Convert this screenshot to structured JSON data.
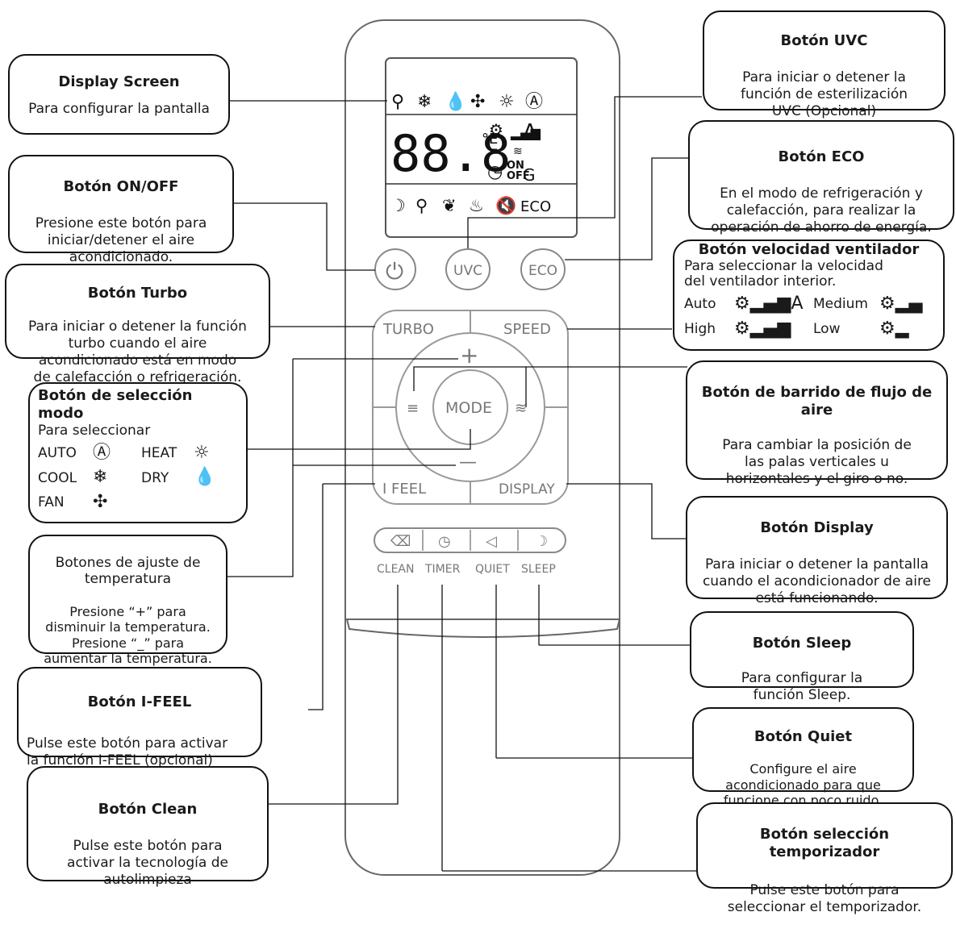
{
  "display_screen": {
    "title": "Display Screen",
    "desc": "Para configurar la pantalla"
  },
  "on_off": {
    "title": "Botón ON/OFF",
    "desc": "Presione este botón para\niniciar/detener el aire\nacondicionado."
  },
  "turbo": {
    "title": "Botón Turbo",
    "desc": "Para iniciar o detener la función\nturbo cuando el aire\nacondicionado está en modo\nde calefacción o refrigeración."
  },
  "mode": {
    "title": "Botón de selección  modo",
    "desc": "Para seleccionar",
    "items": [
      {
        "label": "AUTO",
        "icon": "auto-A-icon"
      },
      {
        "label": "HEAT",
        "icon": "sun-icon"
      },
      {
        "label": "COOL",
        "icon": "snowflake-icon"
      },
      {
        "label": "DRY",
        "icon": "droplet-icon"
      },
      {
        "label": "FAN",
        "icon": "fan-icon"
      }
    ]
  },
  "temp": {
    "title": "Botones de ajuste de\ntemperatura",
    "desc": "Presione “+” para\ndisminuir la temperatura.\nPresione “_” para\naumentar la temperatura."
  },
  "ifeel": {
    "title": "Botón I-FEEL",
    "desc": "Pulse este botón para activar\nla función I-FEEL (opcional)"
  },
  "clean": {
    "title": "Botón Clean",
    "desc": "Pulse este botón para\nactivar la tecnología de\nautolimpieza"
  },
  "uvc": {
    "title": "Botón UVC",
    "desc": "Para iniciar o detener la\nfunción de esterilización\nUVC (Opcional)"
  },
  "eco": {
    "title": "Botón ECO",
    "desc": "En el modo de refrigeración y\ncalefacción, para realizar la\noperación de ahorro de energía."
  },
  "speed": {
    "title": "Botón velocidad ventilador",
    "desc": "Para seleccionar la velocidad\ndel ventilador interior.",
    "items": [
      {
        "label": "Auto",
        "icon": "fan-speed-auto-icon"
      },
      {
        "label": "Medium",
        "icon": "fan-speed-medium-icon"
      },
      {
        "label": "High",
        "icon": "fan-speed-high-icon"
      },
      {
        "label": "Low",
        "icon": "fan-speed-low-icon"
      }
    ]
  },
  "swing": {
    "title": "Botón de barrido de flujo de\naire",
    "desc": "Para cambiar la posición de\nlas palas verticales u\nhorizontales y el giro o no."
  },
  "display_btn": {
    "title": "Botón Display",
    "desc": "Para iniciar o detener la pantalla\ncuando el acondicionador de aire\nestá funcionando."
  },
  "sleep": {
    "title": "Botón Sleep",
    "desc": "Para configurar la\nfunción Sleep."
  },
  "quiet": {
    "title": "Botón Quiet",
    "desc": "Configure el aire\nacondicionado para que\nfuncione con poco ruido."
  },
  "timer": {
    "title": "Botón selección temporizador",
    "desc": "Pulse este botón para\nseleccionar el temporizador."
  },
  "remote": {
    "lcd_digits": "88.8",
    "lcd_unit": "°E",
    "lcd_fan_a": "A",
    "lcd_on": "ON",
    "lcd_off": "OFF",
    "lcd_eco": "ECO",
    "lcd_g": "G",
    "btn_uvc": "UVC",
    "btn_eco": "ECO",
    "btn_turbo": "TURBO",
    "btn_speed": "SPEED",
    "btn_mode": "MODE",
    "btn_plus": "+",
    "btn_minus": "—",
    "btn_ifeel": "I FEEL",
    "btn_display": "DISPLAY",
    "lbl_clean": "CLEAN",
    "lbl_timer": "TIMER",
    "lbl_quiet": "QUIET",
    "lbl_sleep": "SLEEP"
  }
}
